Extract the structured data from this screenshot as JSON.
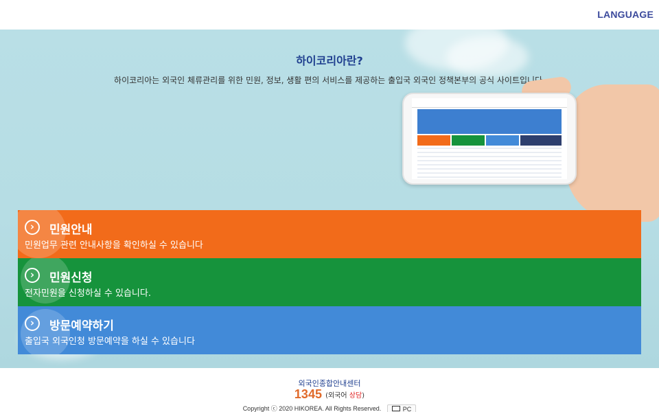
{
  "header": {
    "language_label": "LANGUAGE"
  },
  "hero": {
    "title": "하이코리아란?",
    "subtitle": "하이코리아는 외국인 체류관리를 위한 민원, 정보, 생활 편의 서비스를 제공하는 출입국 외국인 정책본부의 공식 사이트입니다."
  },
  "menu": [
    {
      "title": "민원안내",
      "description": "민원업무 관련 안내사항을 확인하실 수 있습니다"
    },
    {
      "title": "민원신청",
      "description": "전자민원을 신청하실 수 있습니다."
    },
    {
      "title": "방문예약하기",
      "description": "출입국 외국인청 방문예약을 하실 수 있습니다"
    }
  ],
  "footer": {
    "label": "외국인종합안내센터",
    "phone": "1345",
    "note_prefix": "(외국어",
    "note_highlight": "상담",
    "note_suffix": ")",
    "copyright": "Copyright ⓒ 2020 HIKOREA. All Rights Reserved.",
    "pc_label": "PC"
  },
  "colors": {
    "menu_orange": "#f26b1a",
    "menu_green": "#16933c",
    "menu_blue": "#428ad8",
    "title_blue": "#1f3f8f",
    "phone_orange": "#e06a2a"
  },
  "icons": {
    "menu_arrow": "chevron-right-circle-icon",
    "pc": "monitor-icon"
  }
}
